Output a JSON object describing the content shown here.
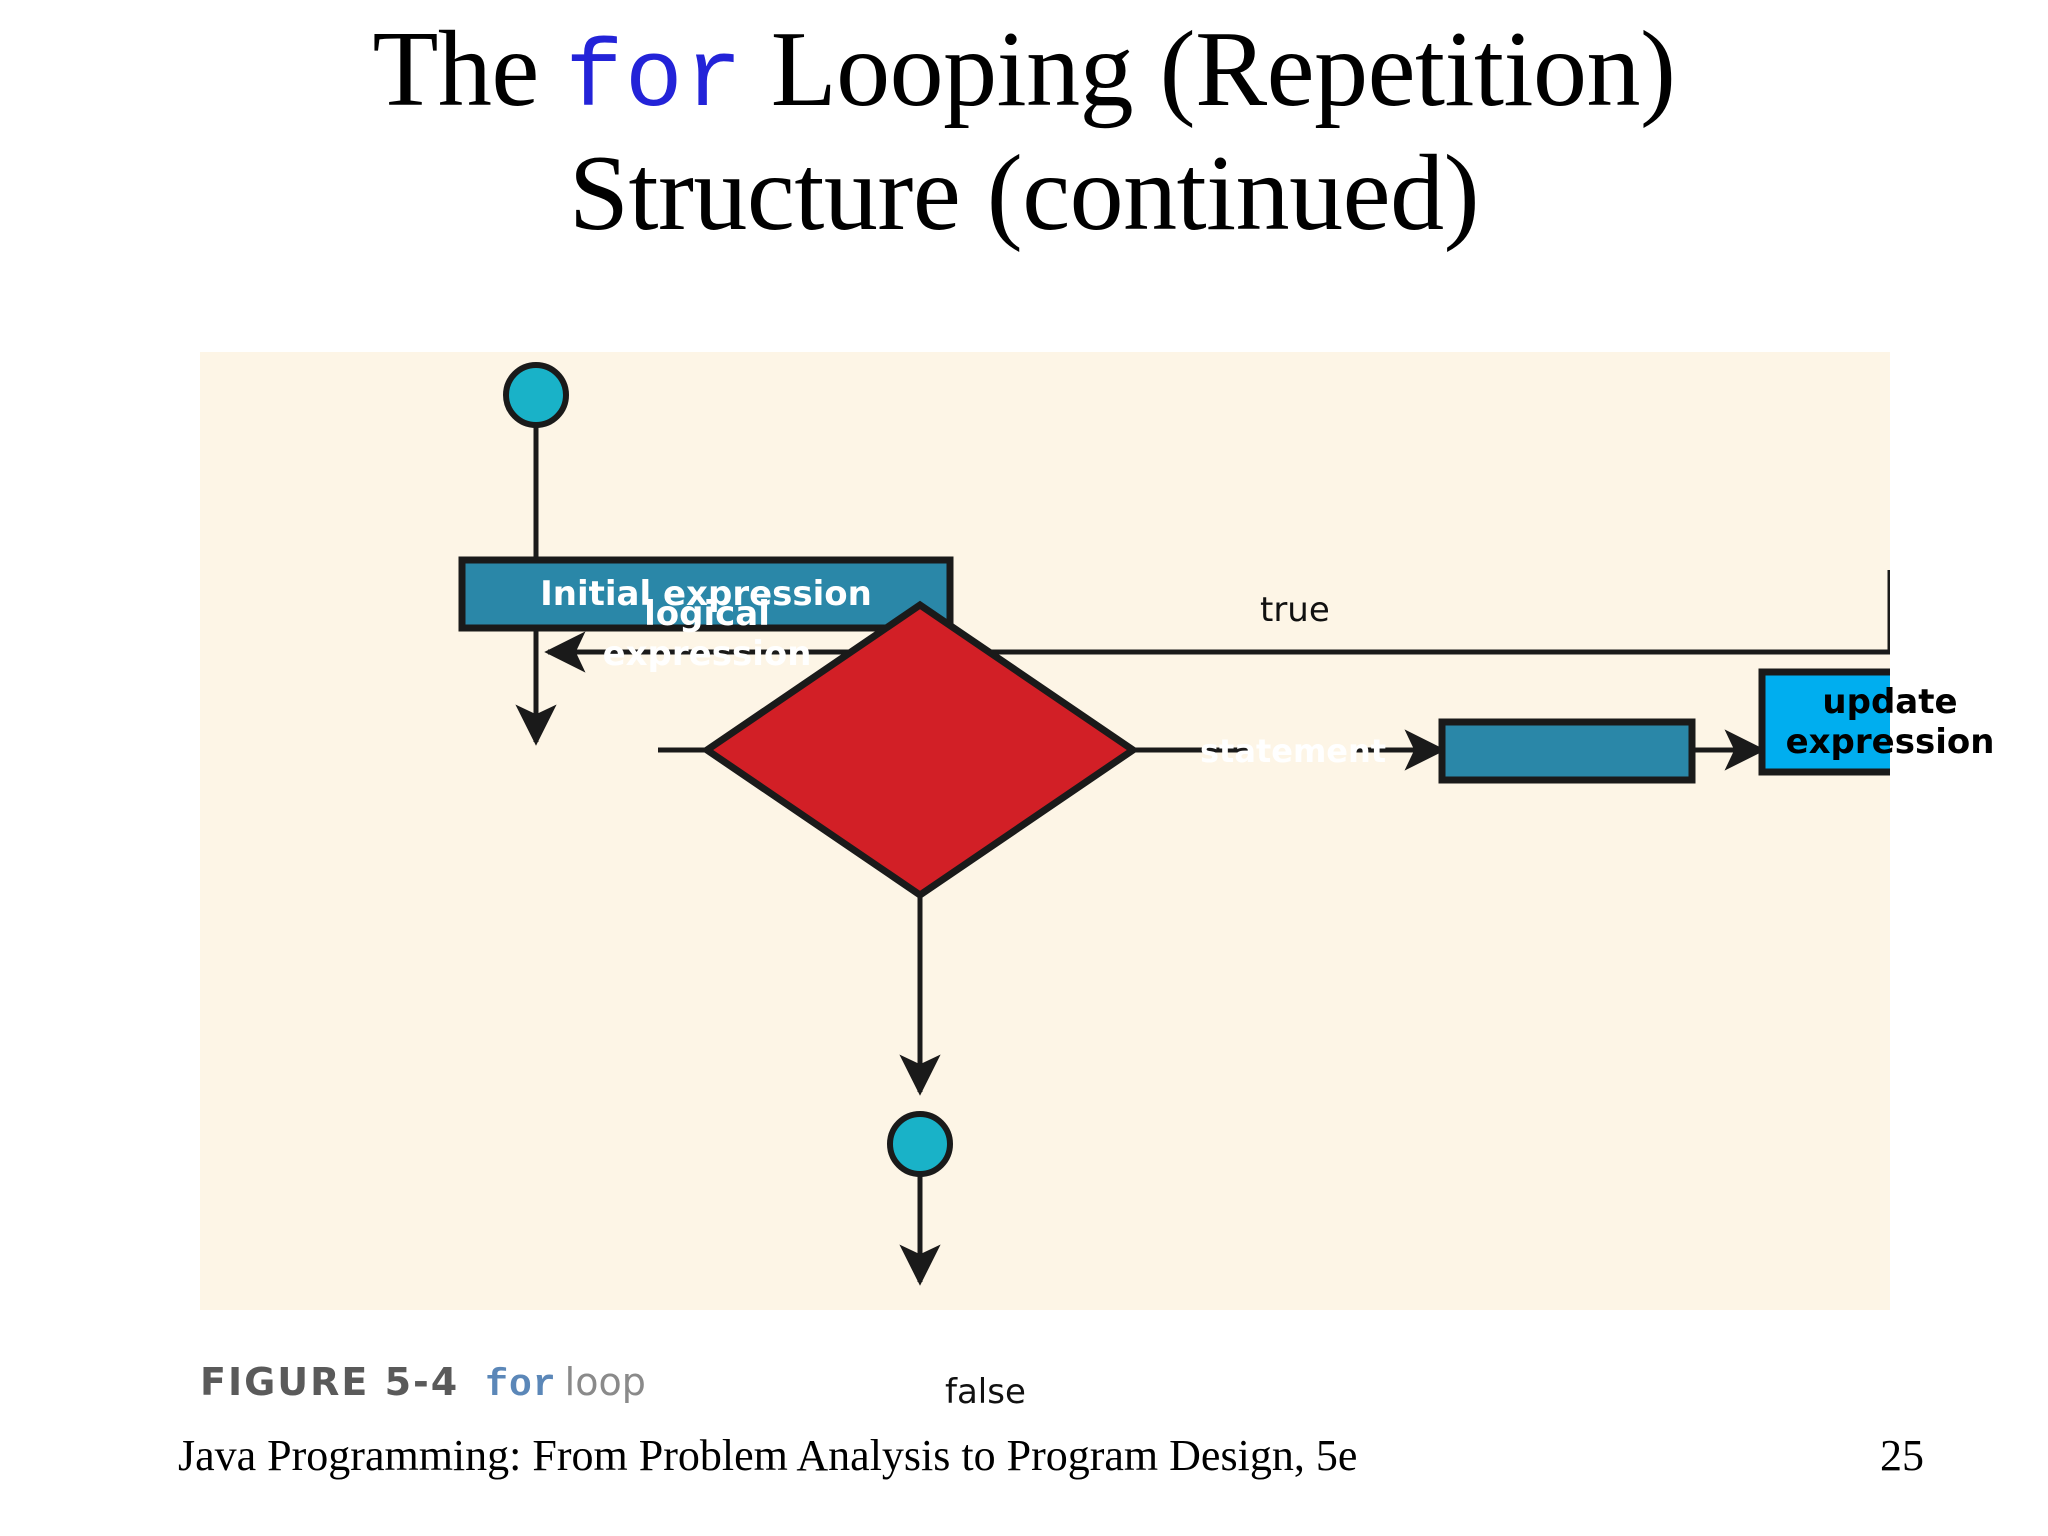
{
  "slide": {
    "title_part1": "The ",
    "title_keyword": "for",
    "title_part2": " Looping (Repetition)",
    "title_line2": "Structure (continued)"
  },
  "figure": {
    "panel_background": "#fdf5e6",
    "caption_figure_number": "FIGURE 5-4",
    "caption_keyword": "for",
    "caption_rest": "loop",
    "nodes": [
      {
        "id": "start",
        "type": "terminator-circle",
        "label": "",
        "fill": "#19b2c8"
      },
      {
        "id": "initial",
        "type": "process",
        "label": "Initial expression",
        "fill": "#2a87a8",
        "text_color": "#ffffff"
      },
      {
        "id": "logical",
        "type": "decision",
        "label": "logical\nexpression",
        "fill": "#d21f26",
        "text_color": "#ffffff"
      },
      {
        "id": "statement",
        "type": "process",
        "label": "statement",
        "fill": "#2a87a8",
        "text_color": "#ffffff"
      },
      {
        "id": "update",
        "type": "process",
        "label": "update\nexpression",
        "fill": "#00aeef",
        "text_color": "#000000"
      },
      {
        "id": "end",
        "type": "terminator-circle",
        "label": "",
        "fill": "#19b2c8"
      }
    ],
    "edges": [
      {
        "from": "start",
        "to": "initial",
        "label": ""
      },
      {
        "from": "initial",
        "to": "logical",
        "label": ""
      },
      {
        "from": "logical",
        "to": "statement",
        "label": "true"
      },
      {
        "from": "statement",
        "to": "update",
        "label": ""
      },
      {
        "from": "update",
        "to": "logical",
        "label": ""
      },
      {
        "from": "logical",
        "to": "end",
        "label": "false"
      }
    ],
    "edge_label_true": "true",
    "edge_label_false": "false",
    "colors": {
      "teal_circle": "#19b2c8",
      "steel_box": "#2a87a8",
      "red_diamond": "#d21f26",
      "cyan_box": "#00aeef",
      "outline": "#1a1a1a",
      "panel": "#fdf5e6"
    }
  },
  "footer": {
    "text": "Java Programming: From Problem Analysis to Program Design, 5e",
    "page_number": "25"
  }
}
